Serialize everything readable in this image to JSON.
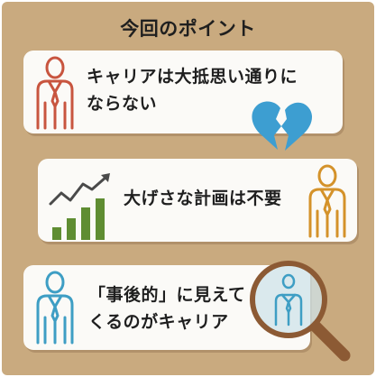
{
  "title": "今回のポイント",
  "points": [
    {
      "lines": [
        "キャリアは大抵思い通りに",
        "ならない"
      ]
    },
    {
      "lines": [
        "大げさな計画は不要"
      ]
    },
    {
      "lines": [
        "「事後的」に見えて",
        "くるのがキャリア"
      ]
    }
  ],
  "colors": {
    "background": "#c9aa7f",
    "card": "#fbfaf7",
    "person_red": "#c8553f",
    "person_orange": "#d4922a",
    "person_blue": "#3e9ec4",
    "heart_blue": "#3d9ed1",
    "bars_green": "#5f8d32",
    "magnifier_brown": "#8c5a34"
  },
  "icons": [
    "person-icon",
    "broken-heart-icon",
    "growth-chart-icon",
    "magnifier-icon"
  ]
}
